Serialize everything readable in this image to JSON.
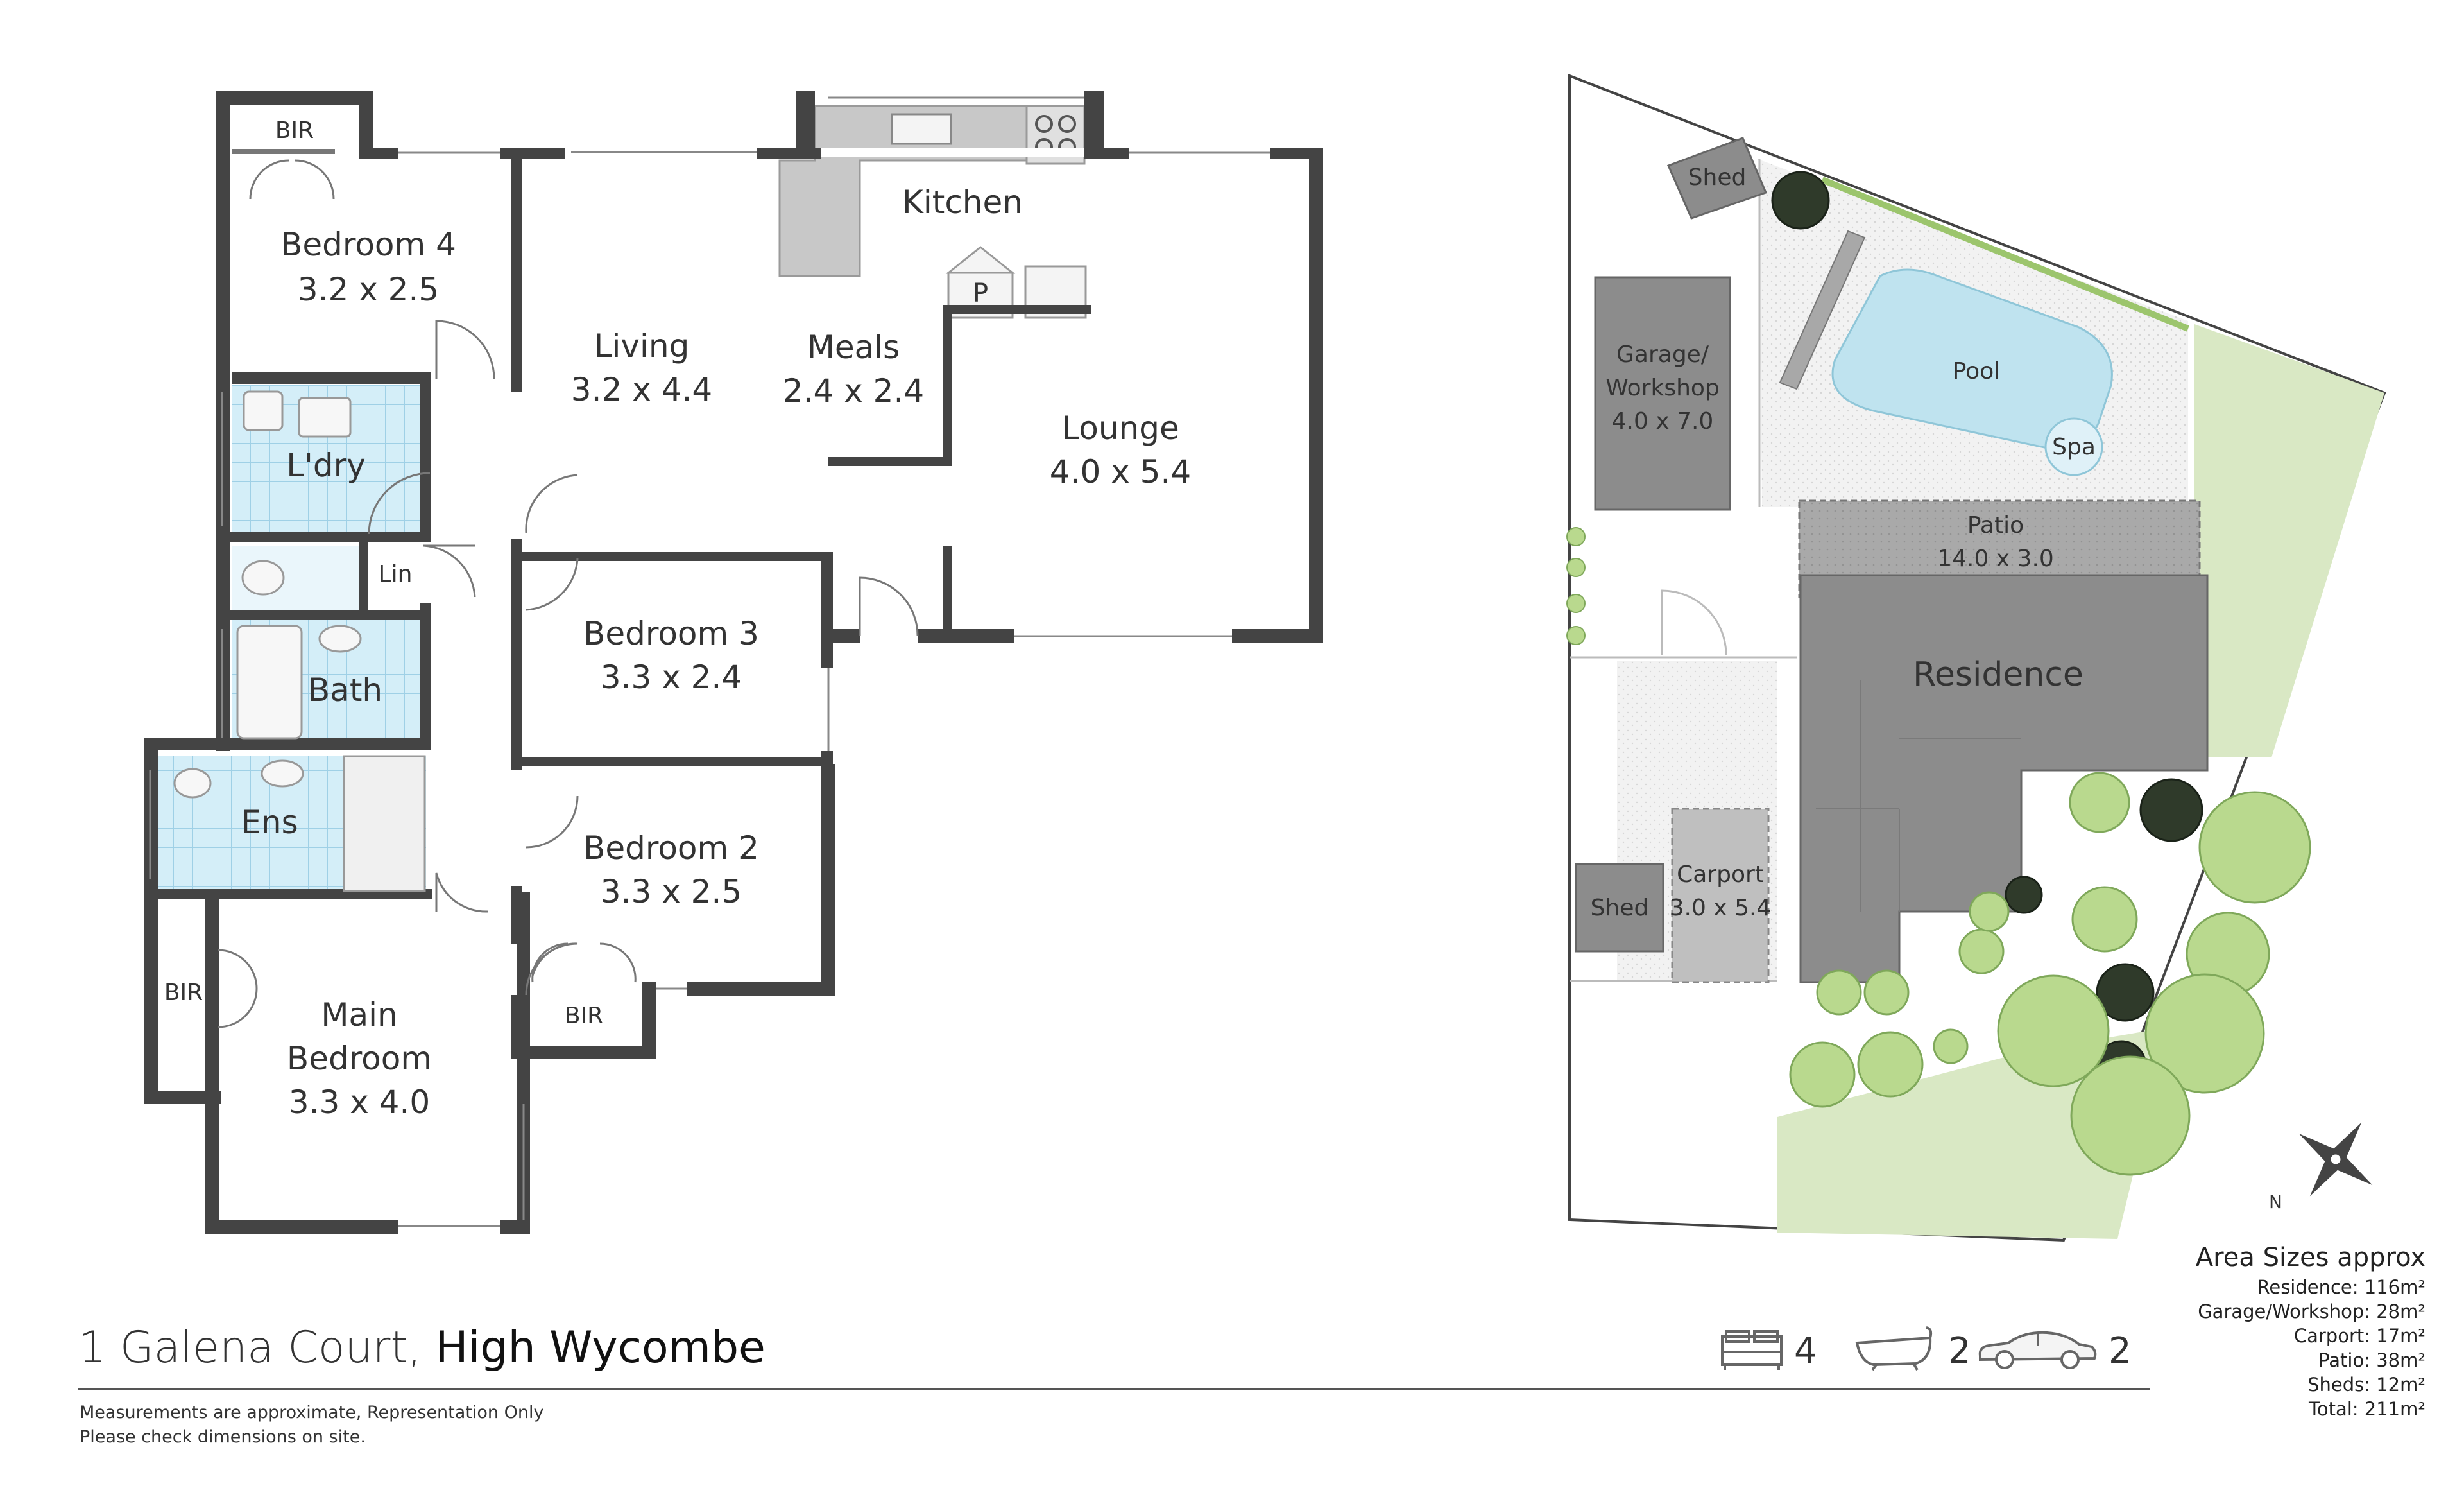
{
  "floor_plan": {
    "rooms": {
      "bedroom4": {
        "name": "Bedroom 4",
        "size": "3.2 x 2.5"
      },
      "bir_top": {
        "name": "BIR"
      },
      "laundry": {
        "name": "L'dry"
      },
      "linen": {
        "name": "Lin"
      },
      "bath": {
        "name": "Bath"
      },
      "ensuite": {
        "name": "Ens"
      },
      "bir_main": {
        "name": "BIR"
      },
      "main_bedroom": {
        "name1": "Main",
        "name2": "Bedroom",
        "size": "3.3 x 4.0"
      },
      "living": {
        "name": "Living",
        "size": "3.2 x 4.4"
      },
      "kitchen": {
        "name": "Kitchen"
      },
      "meals": {
        "name": "Meals",
        "size": "2.4 x 2.4"
      },
      "pantry": {
        "name": "P"
      },
      "lounge": {
        "name": "Lounge",
        "size": "4.0 x 5.4"
      },
      "bedroom3": {
        "name": "Bedroom 3",
        "size": "3.3 x 2.4"
      },
      "bedroom2": {
        "name": "Bedroom 2",
        "size": "3.3 x 2.5"
      },
      "bir_bed2": {
        "name": "BIR"
      }
    }
  },
  "site_plan": {
    "shed_top": "Shed",
    "garage_line1": "Garage/",
    "garage_line2": "Workshop",
    "garage_size": "4.0 x 7.0",
    "pool": "Pool",
    "spa": "Spa",
    "patio": "Patio",
    "patio_size": "14.0 x 3.0",
    "residence": "Residence",
    "carport": "Carport",
    "carport_size": "3.0 x 5.4",
    "shed_left": "Shed",
    "compass_letter": "N",
    "colors": {
      "building": "#8c8c8c",
      "pool": "#bfe3ef",
      "lawn": "#d9e8c4",
      "tree": "#b9d98e"
    }
  },
  "footer": {
    "address_street": "1 Galena Court,",
    "address_suburb": "High Wycombe",
    "disclaimer_line1": "Measurements are approximate, Representation Only",
    "disclaimer_line2": "Please check dimensions on site."
  },
  "features": {
    "bedrooms": "4",
    "bathrooms": "2",
    "cars": "2",
    "icons": [
      "bed-icon",
      "bathtub-icon",
      "car-icon"
    ]
  },
  "areas": {
    "heading": "Area Sizes approx",
    "rows": [
      "Residence: 116m²",
      "Garage/Workshop: 28m²",
      "Carport: 17m²",
      "Patio: 38m²",
      "Sheds: 12m²",
      "Total: 211m²"
    ]
  }
}
